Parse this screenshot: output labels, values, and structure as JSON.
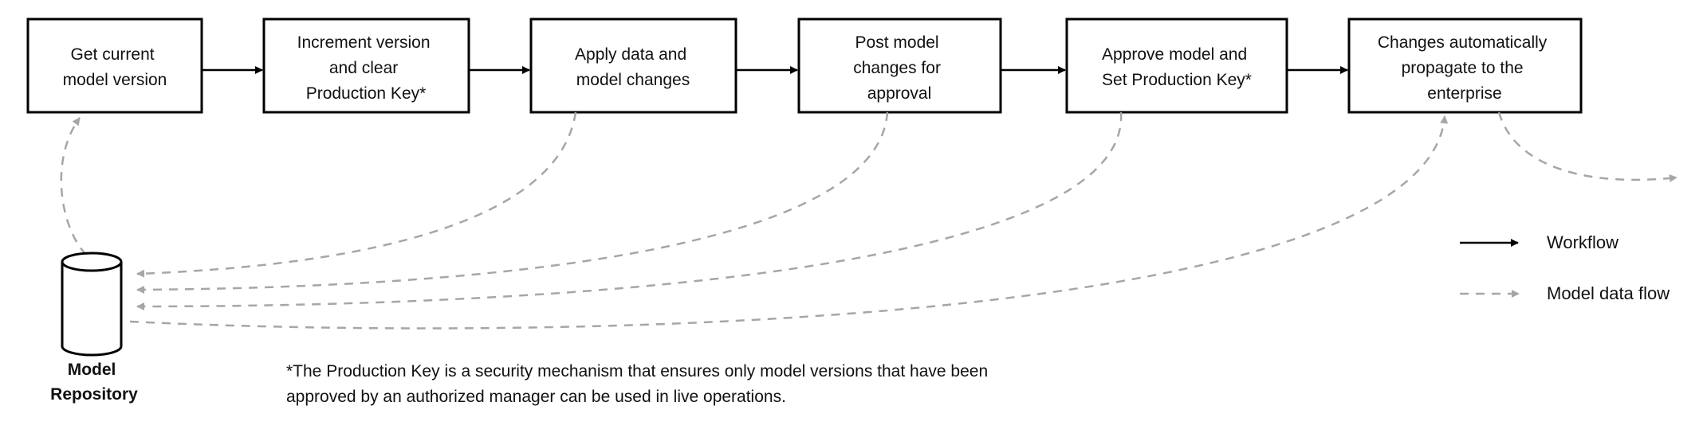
{
  "steps": [
    {
      "lines": [
        "Get current",
        "model version"
      ]
    },
    {
      "lines": [
        "Increment version",
        "and clear",
        "Production Key*"
      ]
    },
    {
      "lines": [
        "Apply data and",
        "model changes"
      ]
    },
    {
      "lines": [
        "Post model",
        "changes for",
        "approval"
      ]
    },
    {
      "lines": [
        "Approve model and",
        "Set Production Key*"
      ]
    },
    {
      "lines": [
        "Changes automatically",
        "propagate to the",
        "enterprise"
      ]
    }
  ],
  "repository": {
    "label_lines": [
      "Model",
      "Repository"
    ]
  },
  "legend": {
    "workflow": "Workflow",
    "data_flow": "Model data flow"
  },
  "footnote": {
    "lines": [
      "*The Production Key is a security mechanism that ensures only model versions that have been",
      "approved by an authorized manager can be used in live operations."
    ]
  },
  "colors": {
    "workflow_line": "#000000",
    "data_flow_line": "#a6a6a6",
    "box_border": "#000000"
  }
}
